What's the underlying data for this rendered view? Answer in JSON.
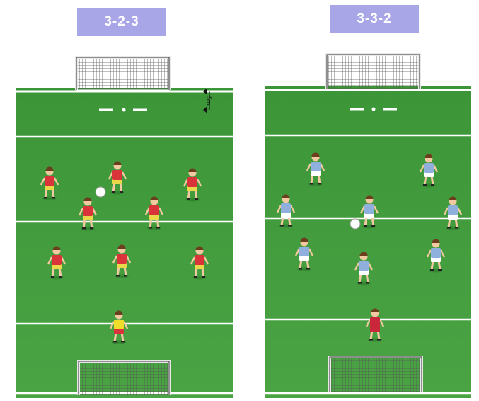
{
  "formations": [
    {
      "label": "3-2-3",
      "team_color": "#d8343a",
      "short_color": "#e8d84a",
      "keeper_color": "#f0dc2a",
      "distance_label": "5m"
    },
    {
      "label": "3-3-2",
      "team_color": "#8fb0dc",
      "short_color": "#ffffff",
      "keeper_color": "#c8283a",
      "distance_label": ""
    }
  ],
  "colors": {
    "pitch": "#3f9a3a",
    "pitch_dark": "#368a33",
    "lines": "#ffffff",
    "label_bg": "#a9a6e8"
  }
}
